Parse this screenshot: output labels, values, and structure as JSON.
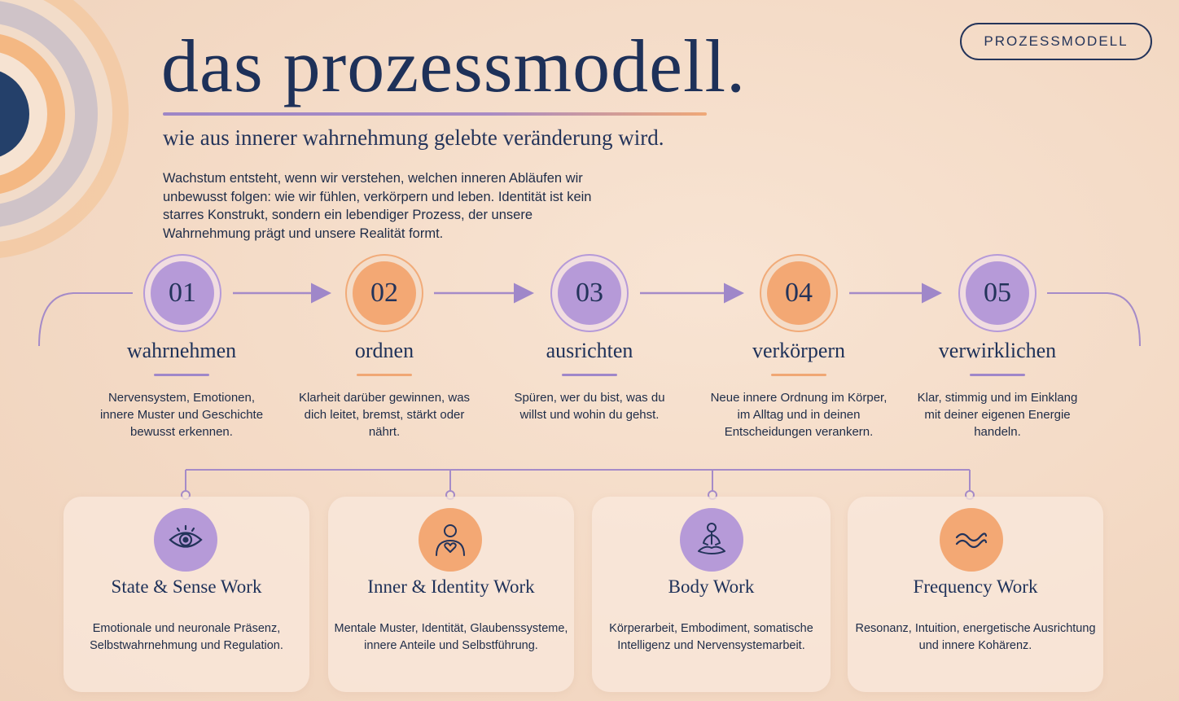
{
  "header": {
    "badge": "PROZESSMODELL",
    "title": "das prozessmodell.",
    "subtitle": "wie aus innerer wahrnehmung gelebte veränderung wird.",
    "intro": "Wachstum entsteht, wenn wir verstehen, welchen inneren Abläufen wir unbewusst folgen: wie wir fühlen, verkörpern und leben. Identität ist kein starres Konstrukt, sondern ein lebendiger Prozess, der unsere Wahrnehmung prägt und unsere Realität formt."
  },
  "colors": {
    "purple": "#b69ad8",
    "orange": "#f3a874",
    "navy": "#1e3159"
  },
  "steps": [
    {
      "number": "01",
      "label": "wahrnehmen",
      "text": "Nervensystem, Emotionen, innere Muster und Geschichte bewusst erkennen.",
      "color": "purple"
    },
    {
      "number": "02",
      "label": "ordnen",
      "text": "Klarheit darüber gewinnen, was dich leitet, bremst, stärkt oder nährt.",
      "color": "orange"
    },
    {
      "number": "03",
      "label": "ausrichten",
      "text": "Spüren, wer du bist, was du willst und wohin du gehst.",
      "color": "purple"
    },
    {
      "number": "04",
      "label": "verkörpern",
      "text": "Neue innere Ordnung im Körper, im Alltag und in deinen Entscheidungen verankern.",
      "color": "orange"
    },
    {
      "number": "05",
      "label": "verwirklichen",
      "text": "Klar, stimmig und im Einklang mit deiner eigenen Energie handeln.",
      "color": "purple"
    }
  ],
  "cards": [
    {
      "icon": "eye-icon",
      "title": "State & Sense Work",
      "text": "Emotionale und neuronale Präsenz, Selbstwahrnehmung und Regulation.",
      "color": "purple"
    },
    {
      "icon": "person-heart-icon",
      "title": "Inner & Identity Work",
      "text": "Mentale Muster, Identität, Glaubenssysteme, innere Anteile und Selbstführung.",
      "color": "orange"
    },
    {
      "icon": "meditation-icon",
      "title": "Body Work",
      "text": "Körperarbeit, Embodiment, somatische Intelligenz und Nervensystemarbeit.",
      "color": "purple"
    },
    {
      "icon": "wave-icon",
      "title": "Frequency Work",
      "text": "Resonanz, Intuition, energetische Ausrichtung und innere Kohärenz.",
      "color": "orange"
    }
  ]
}
